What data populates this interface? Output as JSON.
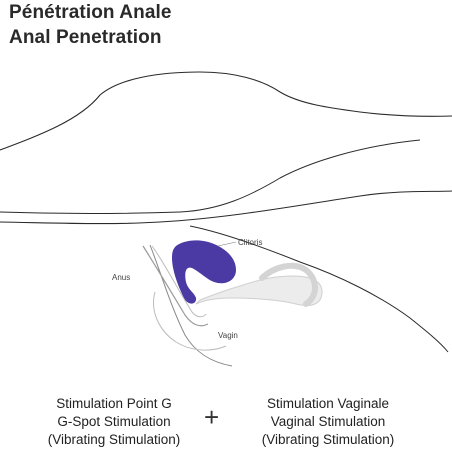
{
  "title": {
    "line1": "Pénétration Anale",
    "line2": "Anal Penetration"
  },
  "labels": {
    "clitoris": "Clitoris",
    "anus": "Anus",
    "vagin": "Vagin"
  },
  "captions": {
    "left": [
      "Stimulation Point G",
      "G-Spot Stimulation",
      "(Vibrating Stimulation)"
    ],
    "right": [
      "Stimulation Vaginale",
      "Vaginal Stimulation",
      "(Vibrating Stimulation)"
    ],
    "plus": "+"
  },
  "colors": {
    "device": "#4b3aa3",
    "outline": "#2a2a2a",
    "anatomy_fill": "#ececec"
  }
}
